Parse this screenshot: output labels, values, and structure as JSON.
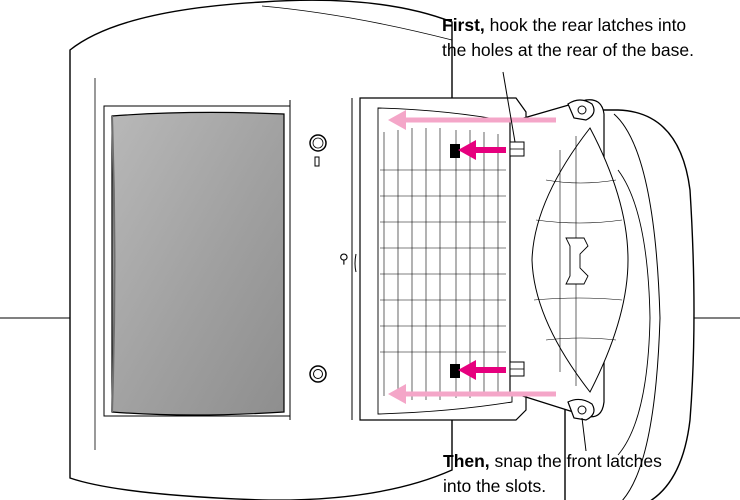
{
  "callouts": {
    "first": {
      "lead": "First,",
      "rest": " hook the rear latches into",
      "line2": "the holes at the rear of the base."
    },
    "then": {
      "lead": "Then,",
      "rest": " snap the front latches",
      "line2": "into the slots."
    }
  },
  "colors": {
    "outline": "#000000",
    "monitor_fill": "#ffffff",
    "screen_fill": "#a3a3a3",
    "arrow_strong": "#e6007e",
    "arrow_light": "#f4a6c8",
    "latch_fill": "#000000"
  }
}
